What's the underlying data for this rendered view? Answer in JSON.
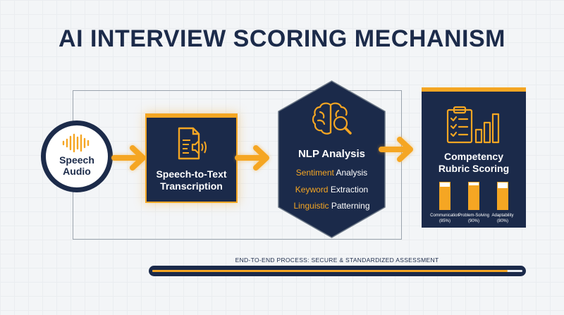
{
  "title": "AI INTERVIEW SCORING MECHANISM",
  "steps": {
    "audio": {
      "label_line1": "Speech",
      "label_line2": "Audio",
      "icon": "sound-wave-icon"
    },
    "transcription": {
      "label_line1": "Speech-to-Text",
      "label_line2": "Transcription",
      "icon": "document-audio-icon"
    },
    "nlp": {
      "title": "NLP Analysis",
      "icon": "brain-magnifier-icon",
      "items": [
        {
          "highlight": "Sentiment",
          "rest": " Analysis"
        },
        {
          "highlight": "Keyword",
          "rest": " Extraction"
        },
        {
          "highlight": "Linguistic",
          "rest": " Patterning"
        }
      ]
    },
    "rubric": {
      "label_line1": "Competency",
      "label_line2": "Rubric Scoring",
      "icon": "clipboard-chart-icon",
      "scores": [
        {
          "name": "Communication",
          "pct_label": "(85%)",
          "value": 85
        },
        {
          "name": "Problem-Solving",
          "pct_label": "(90%)",
          "value": 90
        },
        {
          "name": "Adaptability",
          "pct_label": "(80%)",
          "value": 80
        }
      ]
    }
  },
  "footer": {
    "text": "END-TO-END PROCESS: SECURE & STANDARDIZED ASSESSMENT",
    "progress": 0.96
  },
  "colors": {
    "navy": "#1b2a4a",
    "accent": "#f5a623",
    "background": "#f3f5f7"
  }
}
